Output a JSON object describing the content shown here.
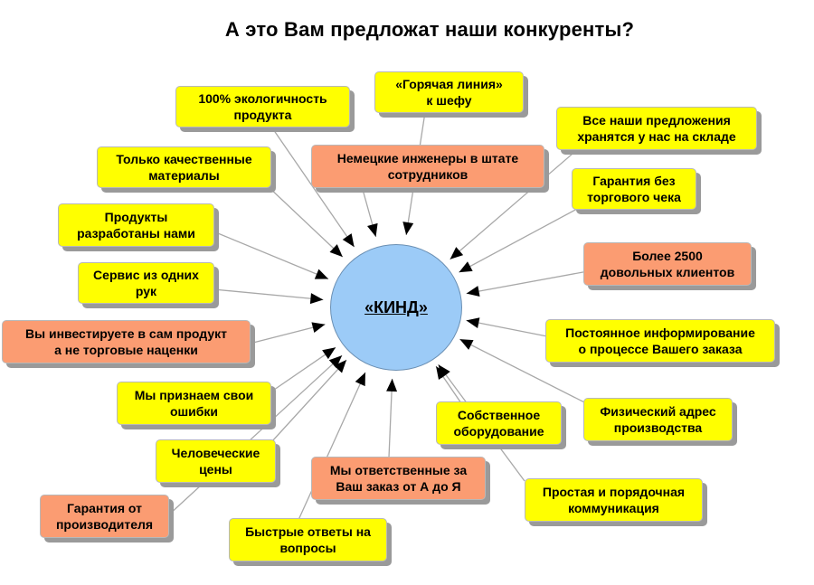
{
  "title": "А это Вам предложат наши конкуренты?",
  "center": {
    "label": "«КИНД»",
    "color": "#9ccbf7"
  },
  "colors": {
    "yellow": "#ffff00",
    "orange": "#fb9c72"
  },
  "boxes": [
    {
      "text": "100% экологичность\nпродукта",
      "color": "yellow"
    },
    {
      "text": "«Горячая линия»\nк шефу",
      "color": "yellow"
    },
    {
      "text": "Все наши предложения\nхранятся у нас на складе",
      "color": "yellow"
    },
    {
      "text": "Только качественные\nматериалы",
      "color": "yellow"
    },
    {
      "text": "Немецкие инженеры в штате\nсотрудников",
      "color": "orange"
    },
    {
      "text": "Гарантия без\nторгового чека",
      "color": "yellow"
    },
    {
      "text": "Продукты\nразработаны нами",
      "color": "yellow"
    },
    {
      "text": "Более 2500\nдовольных клиентов",
      "color": "orange"
    },
    {
      "text": "Сервис из одних\nрук",
      "color": "yellow"
    },
    {
      "text": "Вы инвестируете в сам продукт\nа не торговые наценки",
      "color": "orange"
    },
    {
      "text": "Постоянное информирование\nо процессе Вашего заказа",
      "color": "yellow"
    },
    {
      "text": "Мы признаем свои\nошибки",
      "color": "yellow"
    },
    {
      "text": "Собственное\nоборудование",
      "color": "yellow"
    },
    {
      "text": "Физический адрес\nпроизводства",
      "color": "yellow"
    },
    {
      "text": "Человеческие\nцены",
      "color": "yellow"
    },
    {
      "text": "Мы ответственные за\nВаш заказ от А до Я",
      "color": "orange"
    },
    {
      "text": "Простая и порядочная\nкоммуникация",
      "color": "yellow"
    },
    {
      "text": "Гарантия от\nпроизводителя",
      "color": "orange"
    },
    {
      "text": "Быстрые ответы на\nвопросы",
      "color": "yellow"
    }
  ]
}
